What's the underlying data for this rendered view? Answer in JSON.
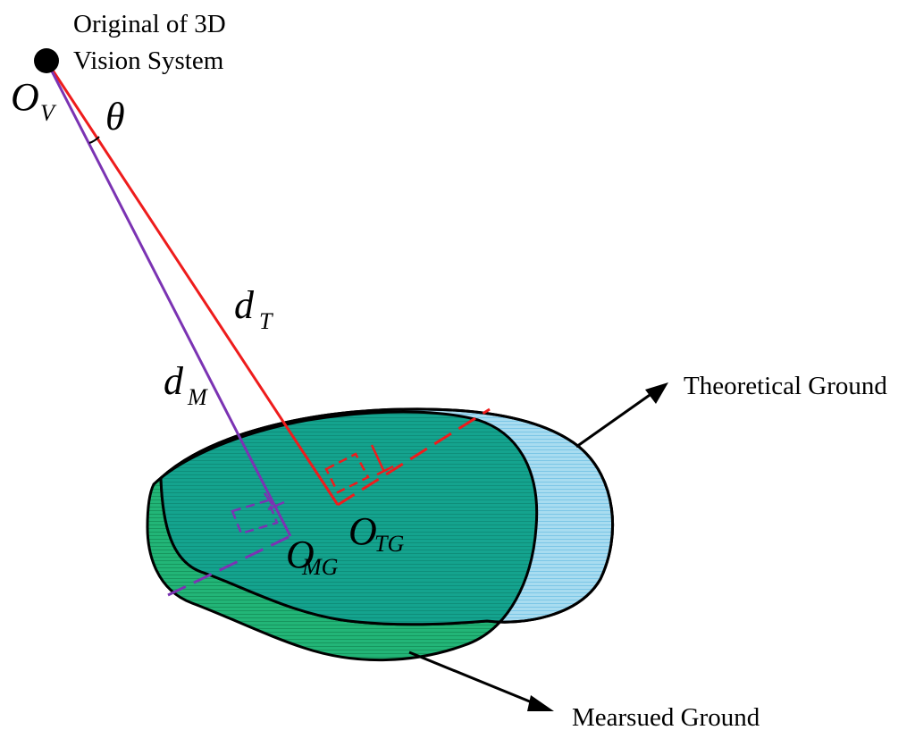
{
  "labels": {
    "origin_caption_line1": "Original of 3D",
    "origin_caption_line2": "Vision System",
    "origin_symbol": "O",
    "origin_subscript": "V",
    "angle_symbol": "θ",
    "theoretical_distance_symbol": "d",
    "theoretical_distance_subscript": "T",
    "measured_distance_symbol": "d",
    "measured_distance_subscript": "M",
    "theoretical_center_symbol": "O",
    "theoretical_center_subscript": "TG",
    "measured_center_symbol": "O",
    "measured_center_subscript": "MG",
    "theoretical_ground_label": "Theoretical Ground",
    "measured_ground_label": "Mearsued Ground"
  },
  "colors": {
    "theoretical_ray": "#ee1c1c",
    "measured_ray": "#7b33b3",
    "theoretical_ground_fill": "#a8dcf0",
    "measured_ground_fill": "#22b577",
    "overlap_fill": "#14a38e",
    "outline": "#000000"
  }
}
